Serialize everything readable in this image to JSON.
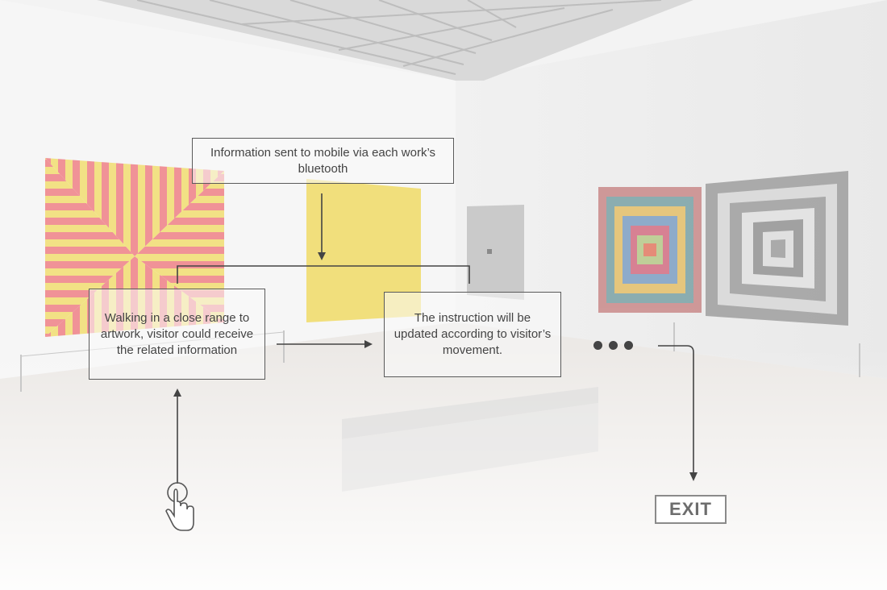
{
  "notes": {
    "bluetooth": "Information sent to mobile via each work’s bluetooth",
    "walking": "Walking in a close range to artwork, visitor could receive the related information",
    "instruction": "The instruction will be updated according to visitor’s movement."
  },
  "exit_label": "EXIT",
  "icons": [
    "tap-hand-icon",
    "ellipsis-icon"
  ],
  "colors": {
    "stripe_pink": "#f08a8f",
    "stripe_yellow": "#f2e07c",
    "yellow_panel": "#f0d95e",
    "arrow": "#444444"
  }
}
